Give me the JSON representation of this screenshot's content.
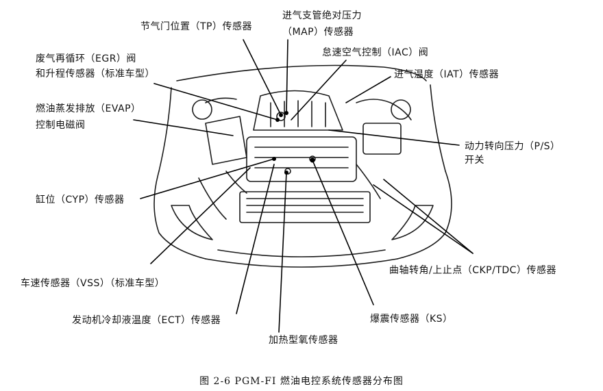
{
  "labels": {
    "tp": "节气门位置（TP）传感器",
    "map_line1": "进气支管绝对压力",
    "map_line2": "（MAP）传感器",
    "iac": "怠速空气控制（IAC）阀",
    "egr_line1": "废气再循环（EGR）阀",
    "egr_line2": "和升程传感器（标准车型）",
    "iat": "进气温度（IAT）传感器",
    "evap_line1": "燃油蒸发排放（EVAP）",
    "evap_line2": "控制电磁阀",
    "ps_line1": "动力转向压力（P/S）",
    "ps_line2": "开关",
    "cyp": "缸位（CYP）传感器",
    "ckp": "曲轴转角/上止点（CKP/TDC）传感器",
    "vss": "车速传感器（VSS）（标准车型）",
    "ect": "发动机冷却液温度（ECT）传感器",
    "ks": "爆震传感器（KS）",
    "o2": "加热型氧传感器"
  },
  "caption": "图 2-6  PGM-FI 燃油电控系统传感器分布图"
}
